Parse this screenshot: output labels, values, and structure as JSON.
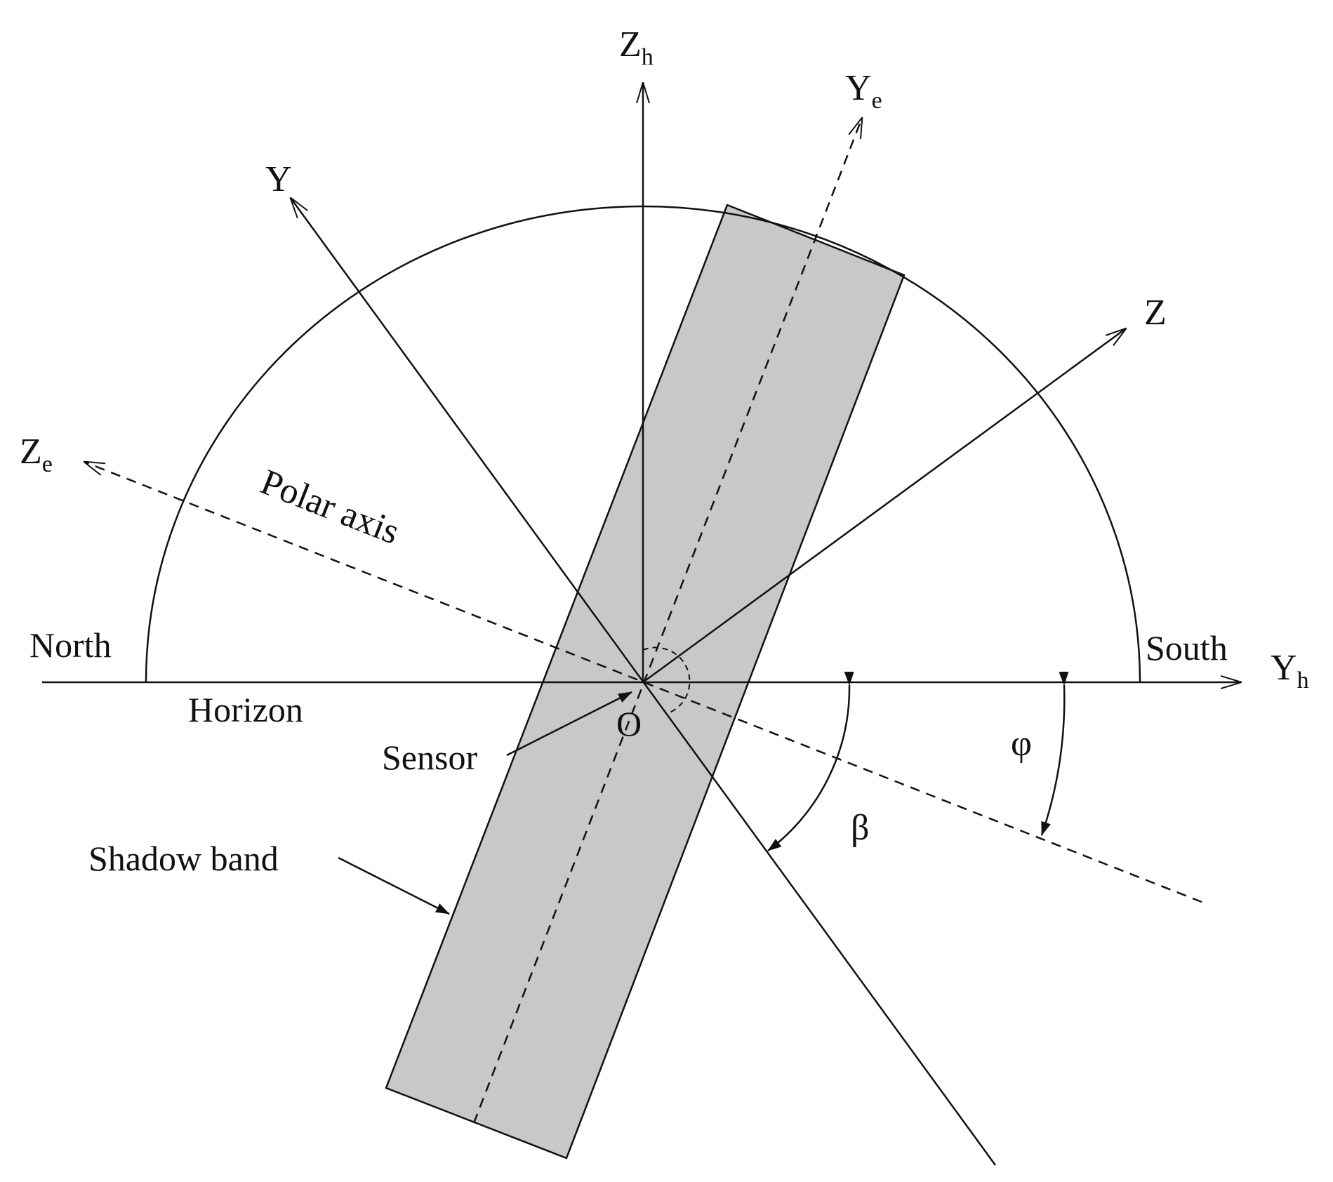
{
  "axes": {
    "zh": {
      "main": "Z",
      "sub": "h"
    },
    "ye": {
      "main": "Y",
      "sub": "e"
    },
    "y": {
      "main": "Y"
    },
    "z": {
      "main": "Z"
    },
    "ze": {
      "main": "Z",
      "sub": "e"
    },
    "yh": {
      "main": "Y",
      "sub": "h"
    }
  },
  "labels": {
    "north": "North",
    "south": "South",
    "horizon": "Horizon",
    "polar_axis": "Polar axis",
    "origin": "O",
    "sensor": "Sensor",
    "shadow_band": "Shadow band",
    "beta": "β",
    "phi": "φ"
  },
  "colors": {
    "line": "#111111",
    "band_fill": "#c8c8ca"
  }
}
